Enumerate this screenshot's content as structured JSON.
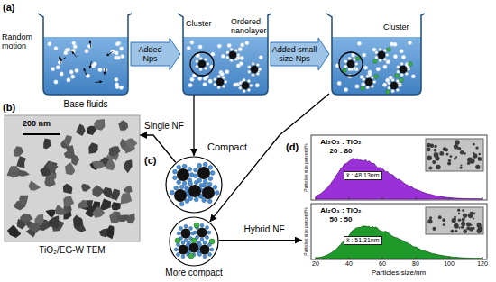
{
  "diagram": {
    "nodes": [
      {
        "text": [
          "Base fluids"
        ]
      },
      {
        "text": [
          "Cluster",
          "Ordered nanolayer"
        ]
      },
      {
        "text": [
          "Cluster"
        ]
      },
      {
        "text": [
          "200 nm",
          "TiO₂/EG-W TEM"
        ]
      },
      {
        "text": [
          "Compact"
        ]
      },
      {
        "text": [
          "More compact"
        ]
      },
      {
        "text": [
          "Al₂O₃ : TiO₂",
          "20 : 80",
          "x̄ : 48.13nm",
          "Particles size percent/%"
        ]
      },
      {
        "text": [
          "Al₂O₃ : TiO₂",
          "50 : 50",
          "x̄ : 51.31nm",
          "Particles size percent/%"
        ]
      }
    ],
    "edges": [
      {
        "from": 0,
        "to": 1,
        "label": "Added Nps",
        "arrow": "to"
      },
      {
        "from": 1,
        "to": 2,
        "label": "Added small size Nps",
        "arrow": "to"
      },
      {
        "from": 1,
        "to": 4,
        "arrow": "to"
      },
      {
        "from": 2,
        "to": 5,
        "arrow": "to"
      },
      {
        "from": 4,
        "to": 3,
        "label": "Single NF",
        "arrow": "to"
      },
      {
        "from": 5,
        "to": 7,
        "label": "Hybrid NF",
        "arrow": "to"
      }
    ],
    "labels": [
      "(a)",
      "Random motion",
      "(b)",
      "(c)",
      "(d)",
      "20",
      "40",
      "60",
      "80",
      "100",
      "120",
      "Particles size/nm"
    ]
  }
}
